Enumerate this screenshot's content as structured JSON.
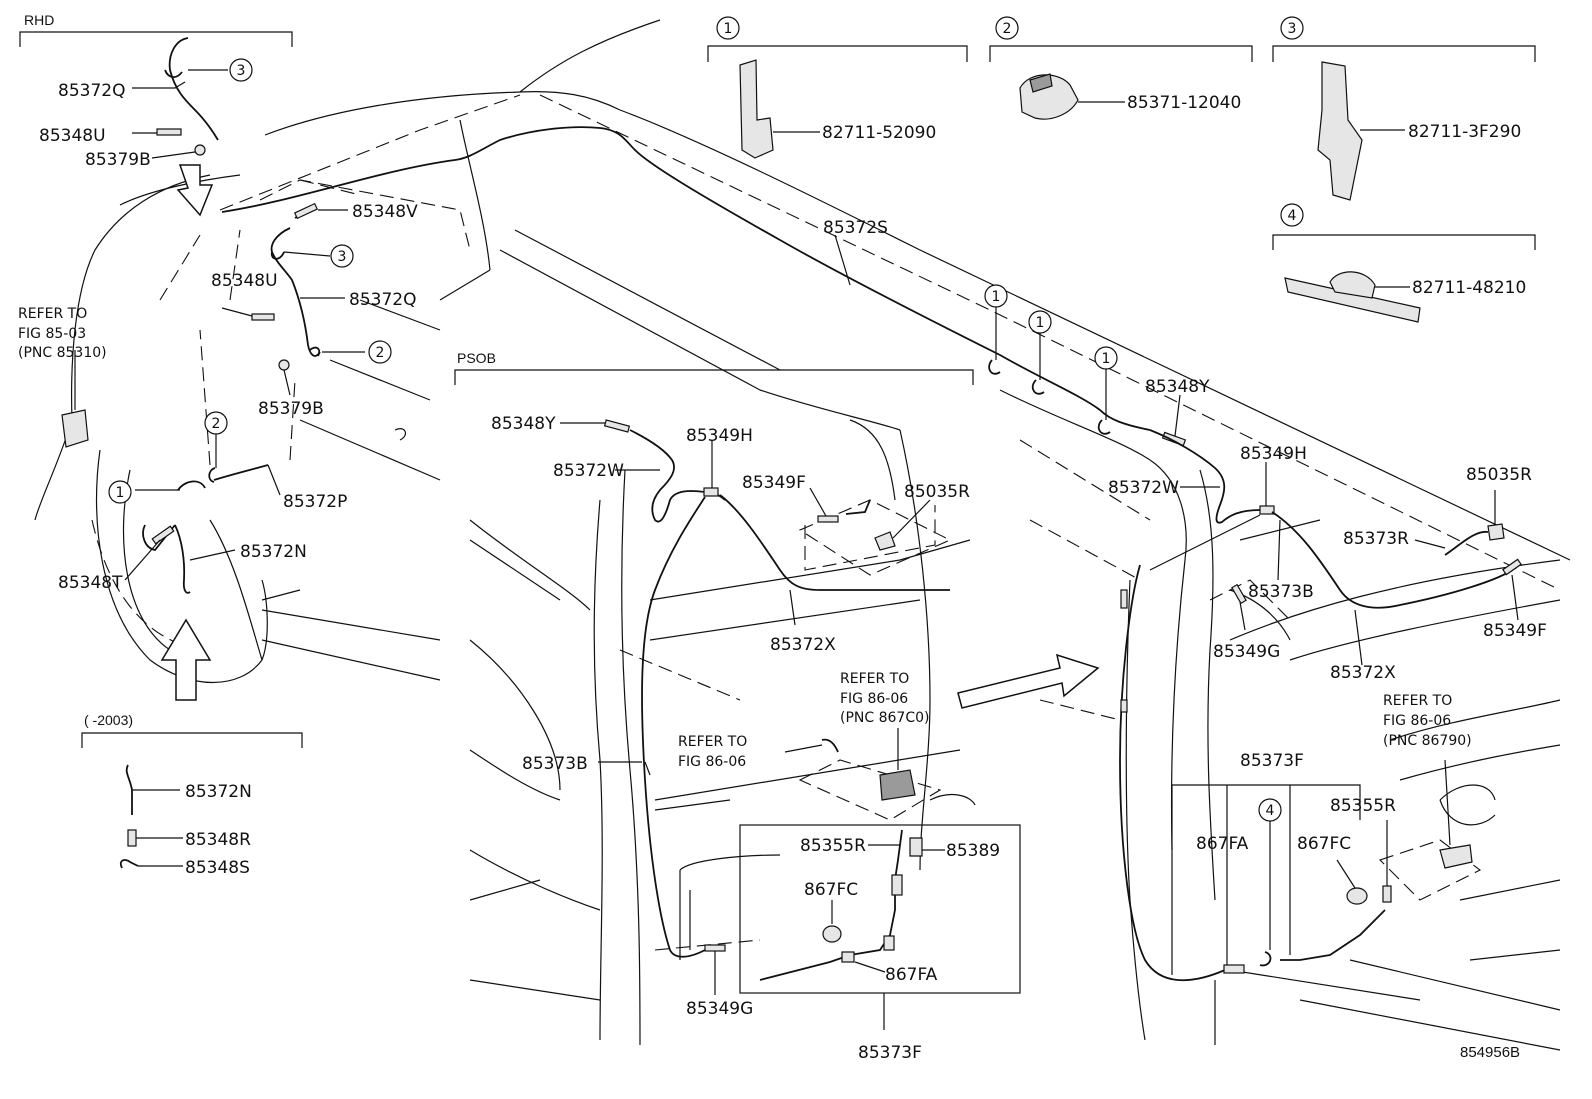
{
  "sections": {
    "rhd": "RHD",
    "psob": "PSOB",
    "year_range": "(     -2003)"
  },
  "refs": {
    "refer_to": "REFER TO",
    "fig_85_03": "FIG 85-03",
    "pnc_85310": "(PNC 85310)",
    "fig_86_06": "FIG 86-06",
    "pnc_867c0": "(PNC 867C0)",
    "pnc_86790": "(PNC 86790)"
  },
  "detail_boxes": [
    {
      "num": "1",
      "part": "82711-52090"
    },
    {
      "num": "2",
      "part": "85371-12040"
    },
    {
      "num": "3",
      "part": "82711-3F290"
    },
    {
      "num": "4",
      "part": "82711-48210"
    }
  ],
  "labels": {
    "p85372Q": "85372Q",
    "p85348U": "85348U",
    "p85379B": "85379B",
    "p85348V": "85348V",
    "p85372P": "85372P",
    "p85372N": "85372N",
    "p85348T": "85348T",
    "p85348R": "85348R",
    "p85348S": "85348S",
    "p85372S": "85372S",
    "p85348Y": "85348Y",
    "p85372W": "85372W",
    "p85349H": "85349H",
    "p85349F": "85349F",
    "p85035R": "85035R",
    "p85372X": "85372X",
    "p85373B": "85373B",
    "p85355R": "85355R",
    "p85389": "85389",
    "p867FC": "867FC",
    "p867FA": "867FA",
    "p85349G": "85349G",
    "p85373F": "85373F",
    "p85373R": "85373R"
  },
  "callouts": [
    "1",
    "2",
    "3",
    "4"
  ],
  "diagram_code": "854956B"
}
